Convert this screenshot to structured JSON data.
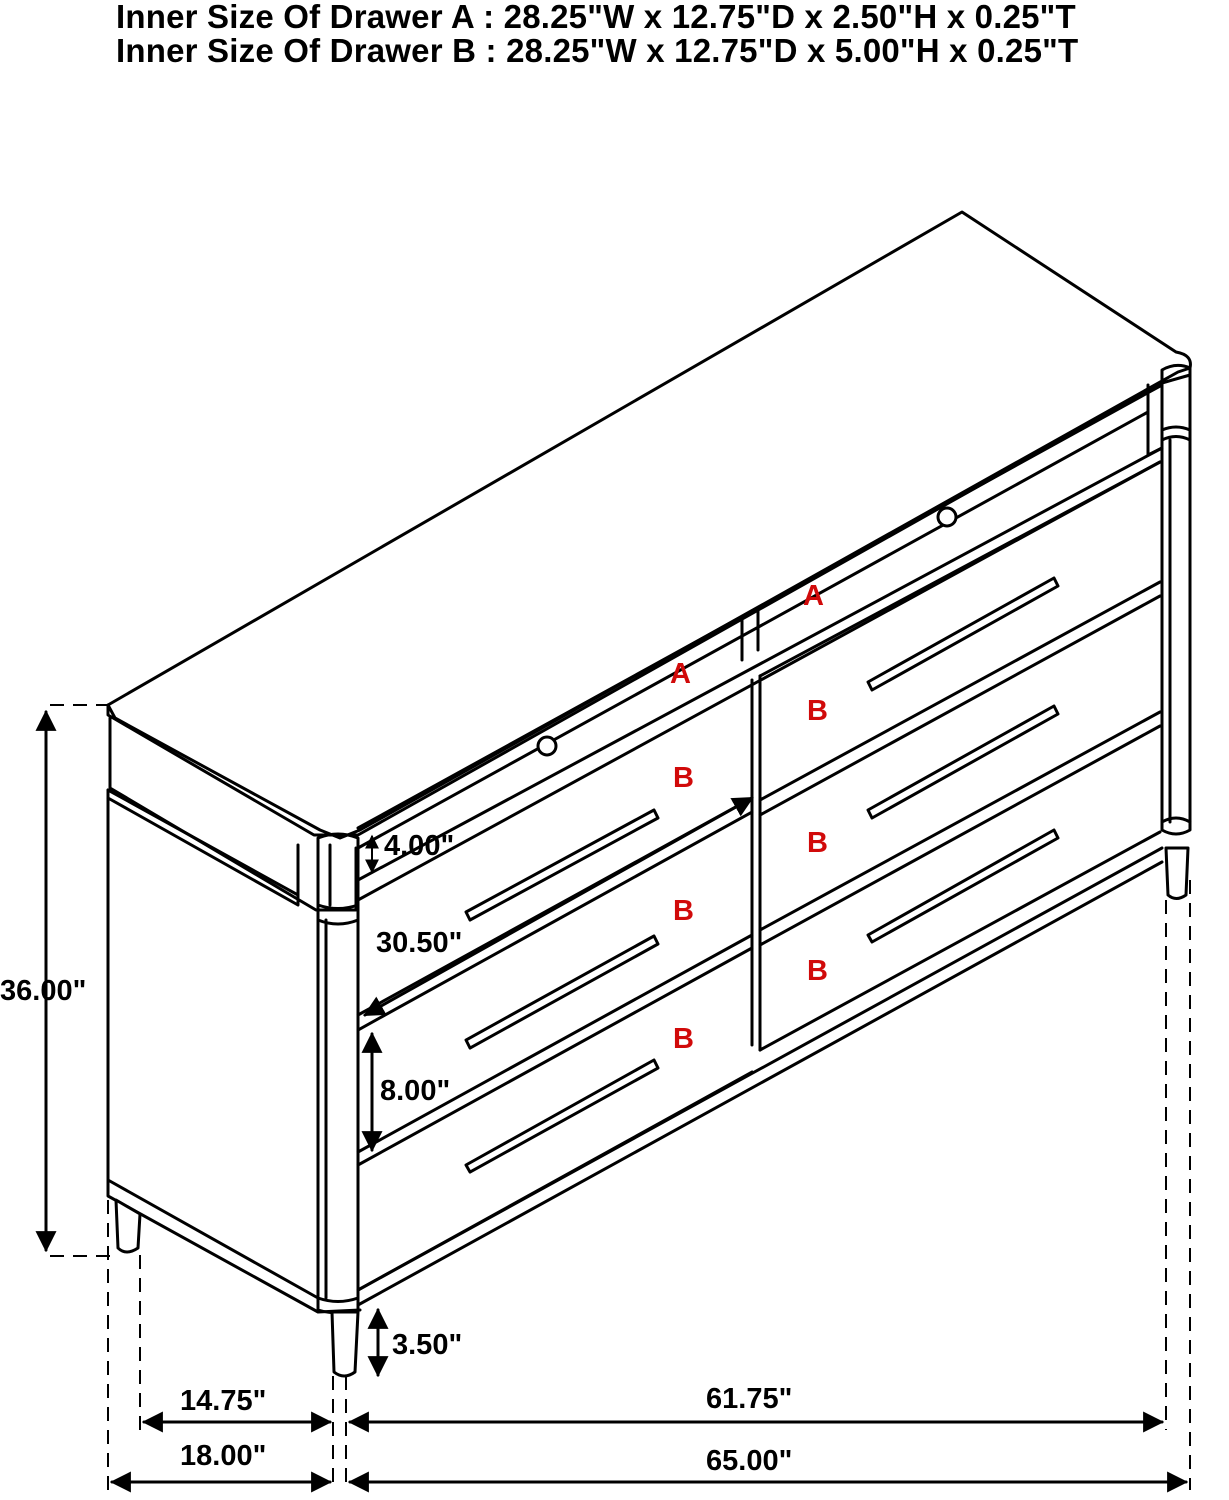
{
  "specs": {
    "drawer_a": "Inner Size Of Drawer A : 28.25\"W x 12.75\"D x 2.50\"H x 0.25\"T",
    "drawer_b": "Inner Size Of Drawer B : 28.25\"W x 12.75\"D x 5.00\"H x 0.25\"T"
  },
  "dimensions": {
    "height": "36.00\"",
    "top_drawer_height": "4.00\"",
    "drawer_width": "30.50\"",
    "bottom_drawer_height": "8.00\"",
    "leg_height": "3.50\"",
    "inner_depth": "14.75\"",
    "depth": "18.00\"",
    "inner_width": "61.75\"",
    "width": "65.00\""
  },
  "drawer_labels": {
    "a_left": "A",
    "a_right": "A",
    "b_left_1": "B",
    "b_left_2": "B",
    "b_left_3": "B",
    "b_right_1": "B",
    "b_right_2": "B",
    "b_right_3": "B"
  },
  "colors": {
    "label_red": "#d10a0a",
    "line": "#000000"
  }
}
